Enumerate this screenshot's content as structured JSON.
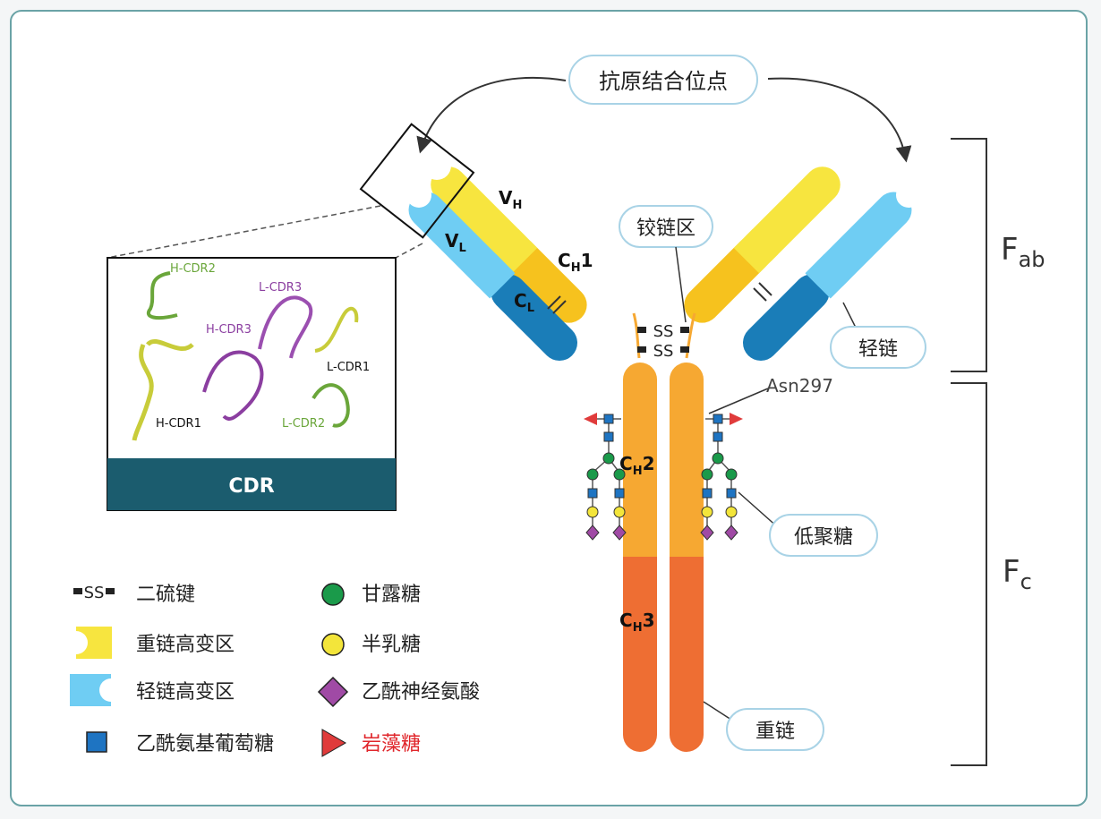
{
  "callouts": {
    "antigen_site": "抗原结合位点",
    "hinge": "铰链区",
    "light_chain": "轻链",
    "glycan": "低聚糖",
    "heavy_chain": "重链",
    "asn": "Asn297"
  },
  "domains": {
    "vh": {
      "main": "V",
      "sub": "H"
    },
    "vl": {
      "main": "V",
      "sub": "L"
    },
    "ch1": {
      "main": "C",
      "sub": "H",
      "suffix": "1"
    },
    "cl": {
      "main": "C",
      "sub": "L"
    },
    "ch2": {
      "main": "C",
      "sub": "H",
      "suffix": "2"
    },
    "ch3": {
      "main": "C",
      "sub": "H",
      "suffix": "3"
    }
  },
  "disulfide": "SS",
  "brackets": {
    "fab": {
      "main": "F",
      "sub": "ab"
    },
    "fc": {
      "main": "F",
      "sub": "c"
    }
  },
  "cdr": {
    "title": "CDR",
    "labels": {
      "h_cdr2": "H-CDR2",
      "l_cdr3": "L-CDR3",
      "h_cdr3": "H-CDR3",
      "l_cdr1": "L-CDR1",
      "h_cdr1": "H-CDR1",
      "l_cdr2": "L-CDR2"
    }
  },
  "legend": {
    "disulfide": "二硫键",
    "heavy_variable": "重链高变区",
    "light_variable": "轻链高变区",
    "glcnac": "乙酰氨基葡萄糖",
    "mannose": "甘露糖",
    "galactose": "半乳糖",
    "sialic": "乙酰神经氨酸",
    "fucose": "岩藻糖"
  },
  "colors": {
    "heavy_variable": "#f7e53f",
    "heavy_constant1": "#f6c21e",
    "light_variable": "#6fcdf3",
    "light_constant": "#1a7db8",
    "ch2": "#f6a832",
    "ch3": "#ee6e33",
    "cdr_bar": "#1b5c6e",
    "glcnac": "#1e74c2",
    "mannose": "#1a9a4a",
    "galactose": "#f3e53a",
    "sialic": "#a04aa5",
    "fucose": "#e03b3b",
    "fucose_text": "#e0262b",
    "panel_border": "#6aa3a6"
  }
}
